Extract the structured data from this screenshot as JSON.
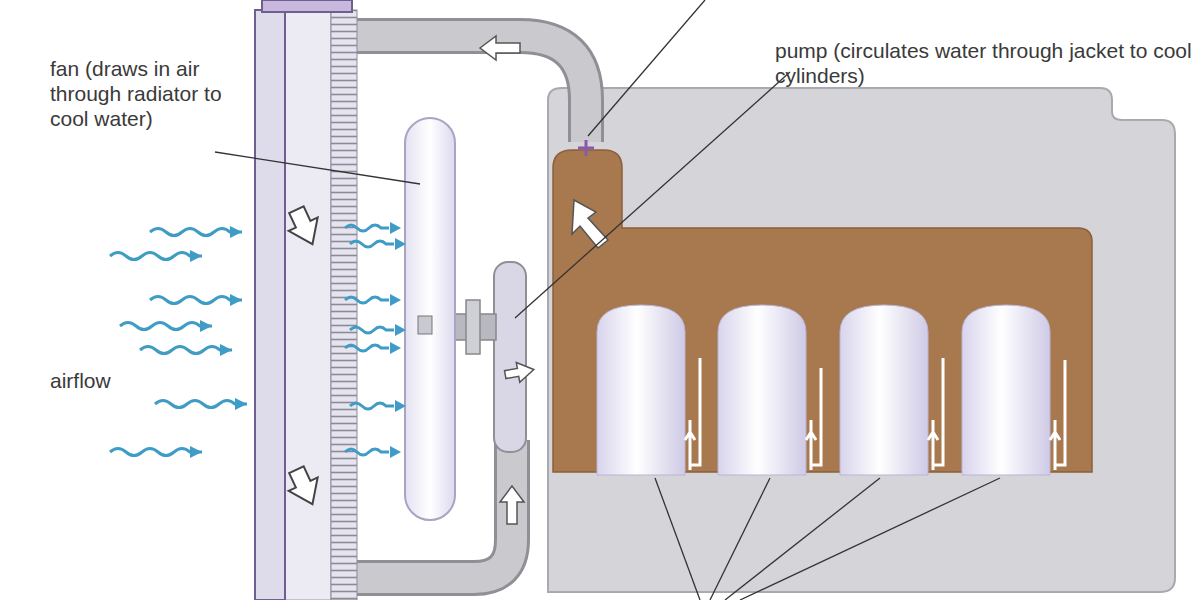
{
  "diagram": {
    "labels": [
      "fan (draws in air through radiator to cool water)",
      "pump (circulates water through jacket to cool cylinders)",
      "airflow"
    ]
  }
}
